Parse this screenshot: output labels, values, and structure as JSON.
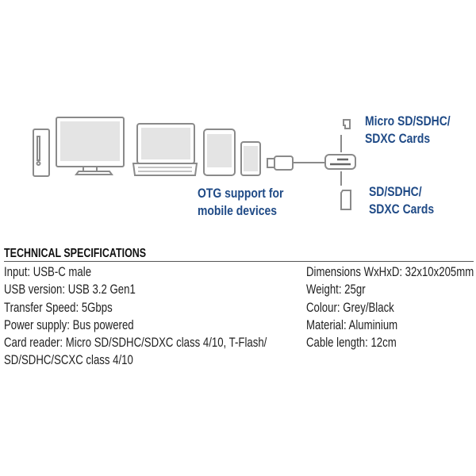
{
  "illustration": {
    "micro_sd_label": [
      "Micro SD/SDHC/",
      "SDXC Cards"
    ],
    "sd_label": [
      "SD/SDHC/",
      "SDXC Cards"
    ],
    "otg_label": [
      "OTG support for",
      "mobile devices"
    ]
  },
  "specs": {
    "heading": "TECHNICAL SPECIFICATIONS",
    "left": [
      "Input: USB-C male",
      "USB version: USB 3.2 Gen1",
      "Transfer Speed: 5Gbps",
      "Power supply: Bus powered",
      "Card reader: Micro SD/SDHC/SDXC class 4/10, T-Flash/",
      "SD/SDHC/SCXC class 4/10"
    ],
    "right": [
      "Dimensions WxHxD: 32x10x205mm",
      "Weight: 25gr",
      "Colour: Grey/Black",
      "Material: Aluminium",
      "Cable length: 12cm"
    ]
  },
  "colors": {
    "accent": "#1f4a86",
    "line_art": "#8a8a8a"
  }
}
